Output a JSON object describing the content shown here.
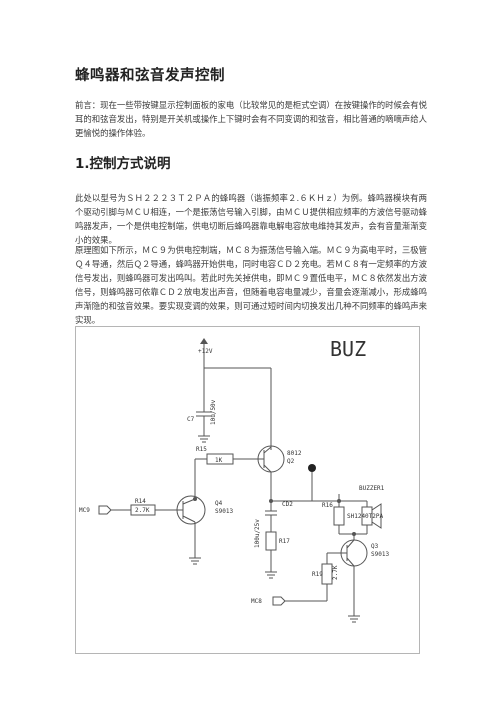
{
  "doc": {
    "title": "蜂鸣器和弦音发声控制",
    "intro": "前言：现在一些带按键显示控制面板的家电（比较常见的是柜式空调）在按键操作的时候会有悦耳的和弦音发出，特别是开关机或操作上下键时会有不同变调的和弦音，相比普通的嘀嘀声给人更愉悦的操作体验。",
    "section_heading": "1.控制方式说明",
    "para1": "此处以型号为ＳＨ２２２３Ｔ２ＰＡ的蜂鸣器（谐振频率２.６ＫＨｚ）为例。蜂鸣器模块有两个驱动引脚与ＭＣＵ相连，一个是振荡信号输入引脚，由ＭＣＵ提供相应频率的方波信号驱动蜂鸣器发声，一个是供电控制端，供电切断后蜂鸣器靠电解电容放电维持其发声，会有音量渐渐变小的效果。",
    "para2": "原理图如下所示，ＭＣ９为供电控制端，ＭＣ８为振荡信号输入端。ＭＣ９为高电平时，三极管Ｑ４导通，然后Ｑ２导通，蜂鸣器开始供电，同时电容ＣＤ２充电。若ＭＣ８有一定频率的方波信号发出，则蜂鸣器可发出鸣叫。若此时先关掉供电，即ＭＣ９置低电平，ＭＣ８依然发出方波信号，则蜂鸣器可依靠ＣＤ２放电发出声音，但随着电容电量减少，音量会逐渐减小，形成蜂鸣声渐隐的和弦音效果。要实现变调的效果，则可通过短时间内切换发出几种不同频率的蜂鸣声来实现。"
  },
  "schematic": {
    "label": "BUZ",
    "vcc": "+12V",
    "c7": "C7",
    "c7_val": "10u/50v",
    "r15": "R15",
    "r15_val": "1K",
    "q2_type": "8012",
    "q2": "Q2",
    "r14": "R14",
    "r14_val": "2.7K",
    "q4": "Q4",
    "q4_type": "S9013",
    "mc9": "MC9",
    "cd2": "CD2",
    "cd2_val": "100u/25v",
    "r16": "R16",
    "r17": "R17",
    "buzzer": "BUZZER1",
    "buzzer_type": "SH1240T2PA",
    "q3": "Q3",
    "q3_type": "S9013",
    "r19": "R19",
    "r19_val": "2.7K",
    "mc8": "MC8"
  }
}
